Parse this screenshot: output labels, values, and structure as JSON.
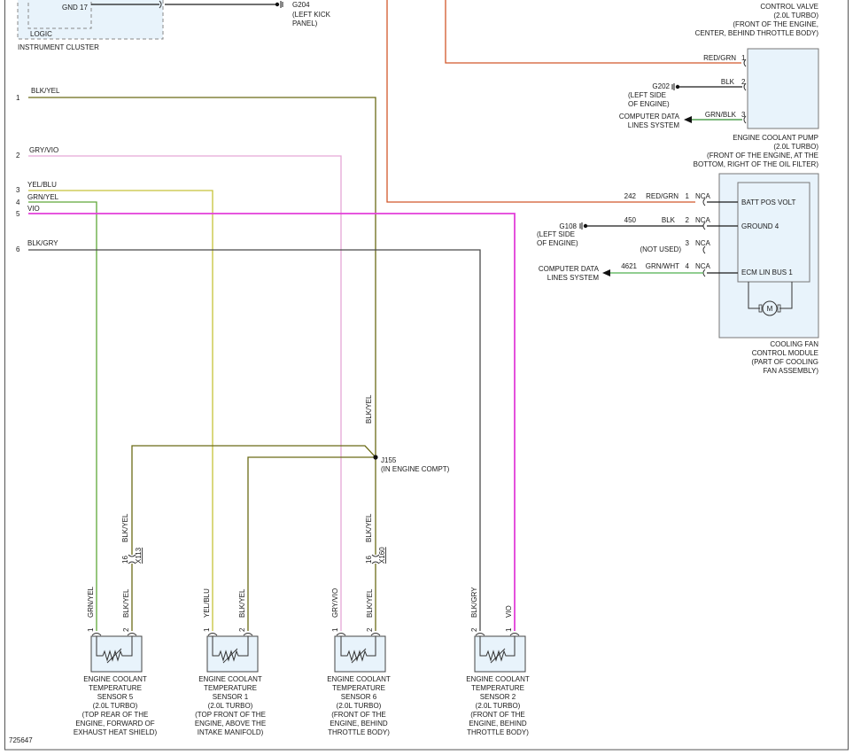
{
  "instrument_cluster": {
    "gnd_label": "GND 17",
    "logic_label": "LOGIC",
    "name": "INSTRUMENT CLUSTER",
    "ground_id": "G204",
    "ground_loc": [
      "(LEFT KICK",
      "PANEL)"
    ]
  },
  "wires_left": [
    {
      "pin": "1",
      "color": "BLK/YEL"
    },
    {
      "pin": "2",
      "color": "GRY/VIO"
    },
    {
      "pin": "3",
      "color": "YEL/BLU"
    },
    {
      "pin": "4",
      "color": "GRN/YEL"
    },
    {
      "pin": "5",
      "color": "VIO"
    },
    {
      "pin": "6",
      "color": "BLK/GRY"
    }
  ],
  "control_valve": {
    "lines": [
      "CONTROL VALVE",
      "(2.0L TURBO)",
      "(FRONT OF THE ENGINE,",
      "CENTER, BEHIND THROTTLE BODY)"
    ]
  },
  "coolant_pump": {
    "pins": [
      {
        "num": "1",
        "color": "RED/GRN"
      },
      {
        "num": "2",
        "color": "BLK"
      },
      {
        "num": "3",
        "color": "GRN/BLK"
      }
    ],
    "ground_id": "G202",
    "ground_loc": [
      "(LEFT SIDE",
      "OF ENGINE)"
    ],
    "data_lines": [
      "COMPUTER DATA",
      "LINES SYSTEM"
    ],
    "lines": [
      "ENGINE COOLANT PUMP",
      "(2.0L TURBO)",
      "(FRONT OF THE ENGINE, AT THE",
      "BOTTOM, RIGHT OF THE OIL FILTER)"
    ]
  },
  "fan_module": {
    "pins": [
      {
        "num": "1",
        "circuit": "242",
        "color": "RED/GRN",
        "conn": "NCA",
        "func": "BATT POS VOLT"
      },
      {
        "num": "2",
        "circuit": "450",
        "color": "BLK",
        "conn": "NCA",
        "func": "GROUND 4"
      },
      {
        "num": "3",
        "circuit": "",
        "color": "(NOT USED)",
        "conn": "NCA",
        "func": ""
      },
      {
        "num": "4",
        "circuit": "4621",
        "color": "GRN/WHT",
        "conn": "NCA",
        "func": "ECM LIN BUS 1"
      }
    ],
    "motor_label": "M",
    "ground_id": "G108",
    "ground_loc": [
      "(LEFT SIDE",
      "OF ENGINE)"
    ],
    "data_lines": [
      "COMPUTER DATA",
      "LINES SYSTEM"
    ],
    "lines": [
      "COOLING FAN",
      "CONTROL MODULE",
      "(PART OF COOLING",
      "FAN ASSEMBLY)"
    ]
  },
  "splice": {
    "wire_label": "BLK/YEL",
    "id": "J155",
    "loc": "(IN ENGINE COMPT)"
  },
  "inline_connectors": [
    {
      "pin": "16",
      "id": "X113",
      "wire": "BLK/YEL"
    },
    {
      "pin": "16",
      "id": "X160",
      "wire": "BLK/YEL"
    }
  ],
  "sensors": [
    {
      "pin_a": "1",
      "wire_a": "GRN/YEL",
      "pin_b": "2",
      "wire_b": "BLK/YEL",
      "lines": [
        "ENGINE COOLANT",
        "TEMPERATURE",
        "SENSOR 5",
        "(2.0L TURBO)",
        "(TOP REAR OF THE",
        "ENGINE, FORWARD OF",
        "EXHAUST HEAT SHIELD)"
      ]
    },
    {
      "pin_a": "1",
      "wire_a": "YEL/BLU",
      "pin_b": "2",
      "wire_b": "BLK/YEL",
      "lines": [
        "ENGINE COOLANT",
        "TEMPERATURE",
        "SENSOR 1",
        "(2.0L TURBO)",
        "(TOP FRONT OF THE",
        "ENGINE, ABOVE THE",
        "INTAKE MANIFOLD)"
      ]
    },
    {
      "pin_a": "1",
      "wire_a": "GRY/VIO",
      "pin_b": "2",
      "wire_b": "BLK/YEL",
      "lines": [
        "ENGINE COOLANT",
        "TEMPERATURE",
        "SENSOR 6",
        "(2.0L TURBO)",
        "(FRONT OF THE",
        "ENGINE, BEHIND",
        "THROTTLE BODY)"
      ]
    },
    {
      "pin_a": "2",
      "wire_a": "BLK/GRY",
      "pin_b": "1",
      "wire_b": "VIO",
      "lines": [
        "ENGINE COOLANT",
        "TEMPERATURE",
        "SENSOR 2",
        "(2.0L TURBO)",
        "(FRONT OF THE",
        "ENGINE, BEHIND",
        "THROTTLE BODY)"
      ]
    }
  ],
  "figure_id": "725647"
}
